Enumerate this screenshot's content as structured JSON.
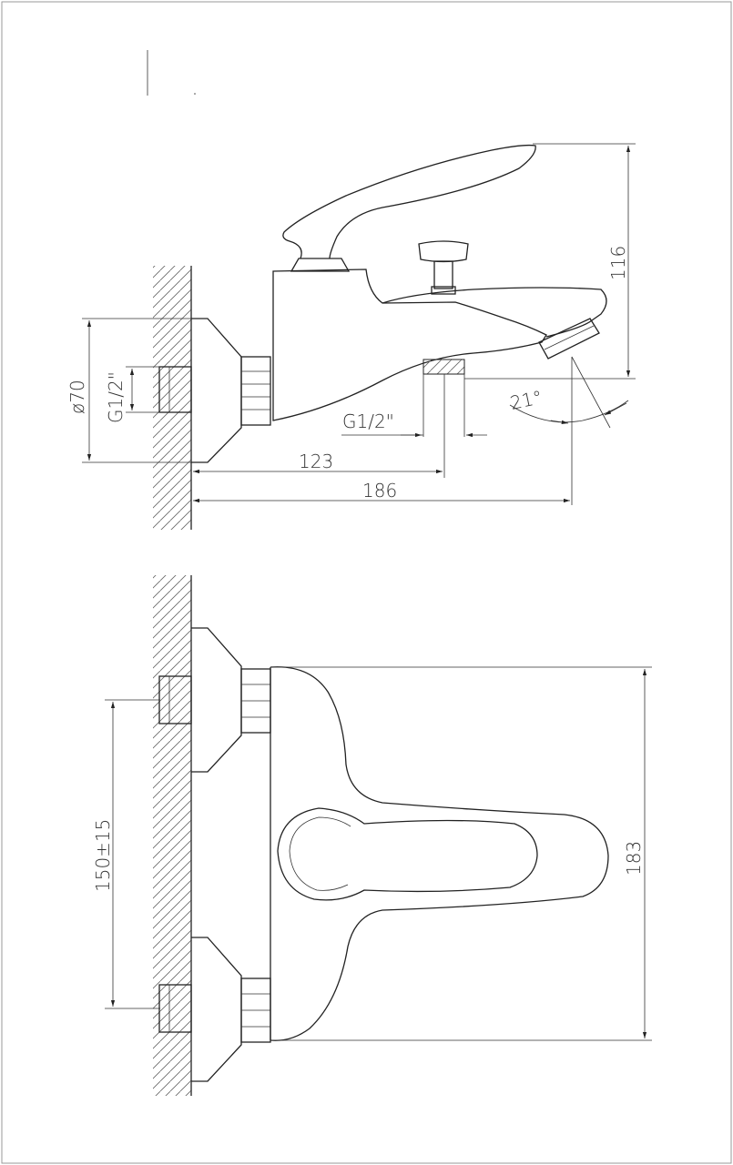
{
  "drawing": {
    "side_view": {
      "dim_diameter": "ø70",
      "dim_inlet_thread": "G1/2\"",
      "dim_outlet_thread": "G1/2\"",
      "dim_height": "116",
      "dim_angle": "21°",
      "dim_depth_outlet": "123",
      "dim_depth_total": "186"
    },
    "top_view": {
      "dim_centers": "150±15",
      "dim_length": "183"
    }
  }
}
